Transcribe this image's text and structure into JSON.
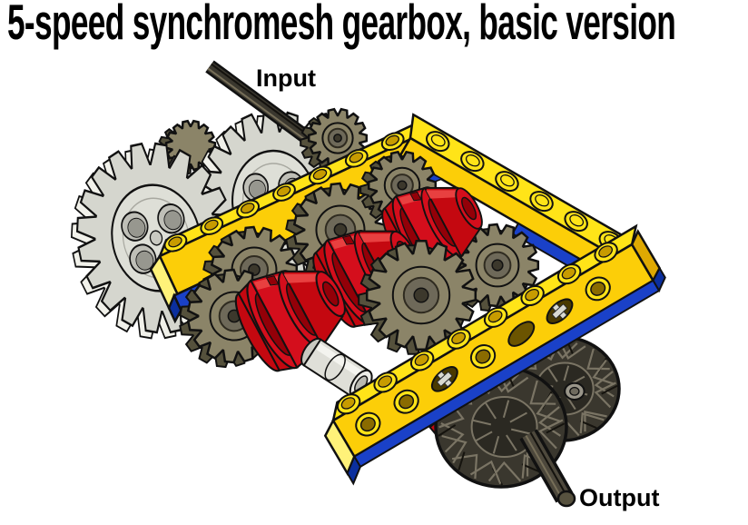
{
  "title": "5-speed synchromesh gearbox, basic version",
  "labels": {
    "input": "Input",
    "output": "Output"
  },
  "illustration": {
    "description": "Rendered LEGO Technic model of a 5-speed synchromesh gearbox",
    "parts": [
      "input axle",
      "24-tooth idler gears",
      "16-tooth gears",
      "red driving rings",
      "yellow technic beams",
      "blue technic beams",
      "axle sleeve",
      "tractor wheels",
      "output axle"
    ]
  },
  "colors": {
    "outline": "#111111",
    "yellow_top": "#FFE418",
    "yellow_face": "#FCCE08",
    "yellow_light": "#FFF279",
    "yellow_dark": "#DFA902",
    "stud_hole": "#C79B00",
    "lego_blue": "#1A41C8",
    "blue_dark": "#0B2F9E",
    "lego_red": "#D40E1C",
    "red_bright": "#E84040",
    "red_mid": "#C40810",
    "red_dark": "#930008",
    "gray_face": "#D5D6CE",
    "gray_flank": "#F1F1EA",
    "gray_hub": "#DEDFD7",
    "olive_face": "#8B8468",
    "olive_flank": "#55513C",
    "olive_ring": "#6E6959",
    "wheel_dark": "#3A372E",
    "wheel_line": "#7A7464",
    "axle_dark": "#3A372E",
    "axle_ridge": "#766E58",
    "white_part": "#DFDFD8",
    "silver": "#D9D9D1",
    "background": "#FFFFFF",
    "text": "#000000"
  }
}
